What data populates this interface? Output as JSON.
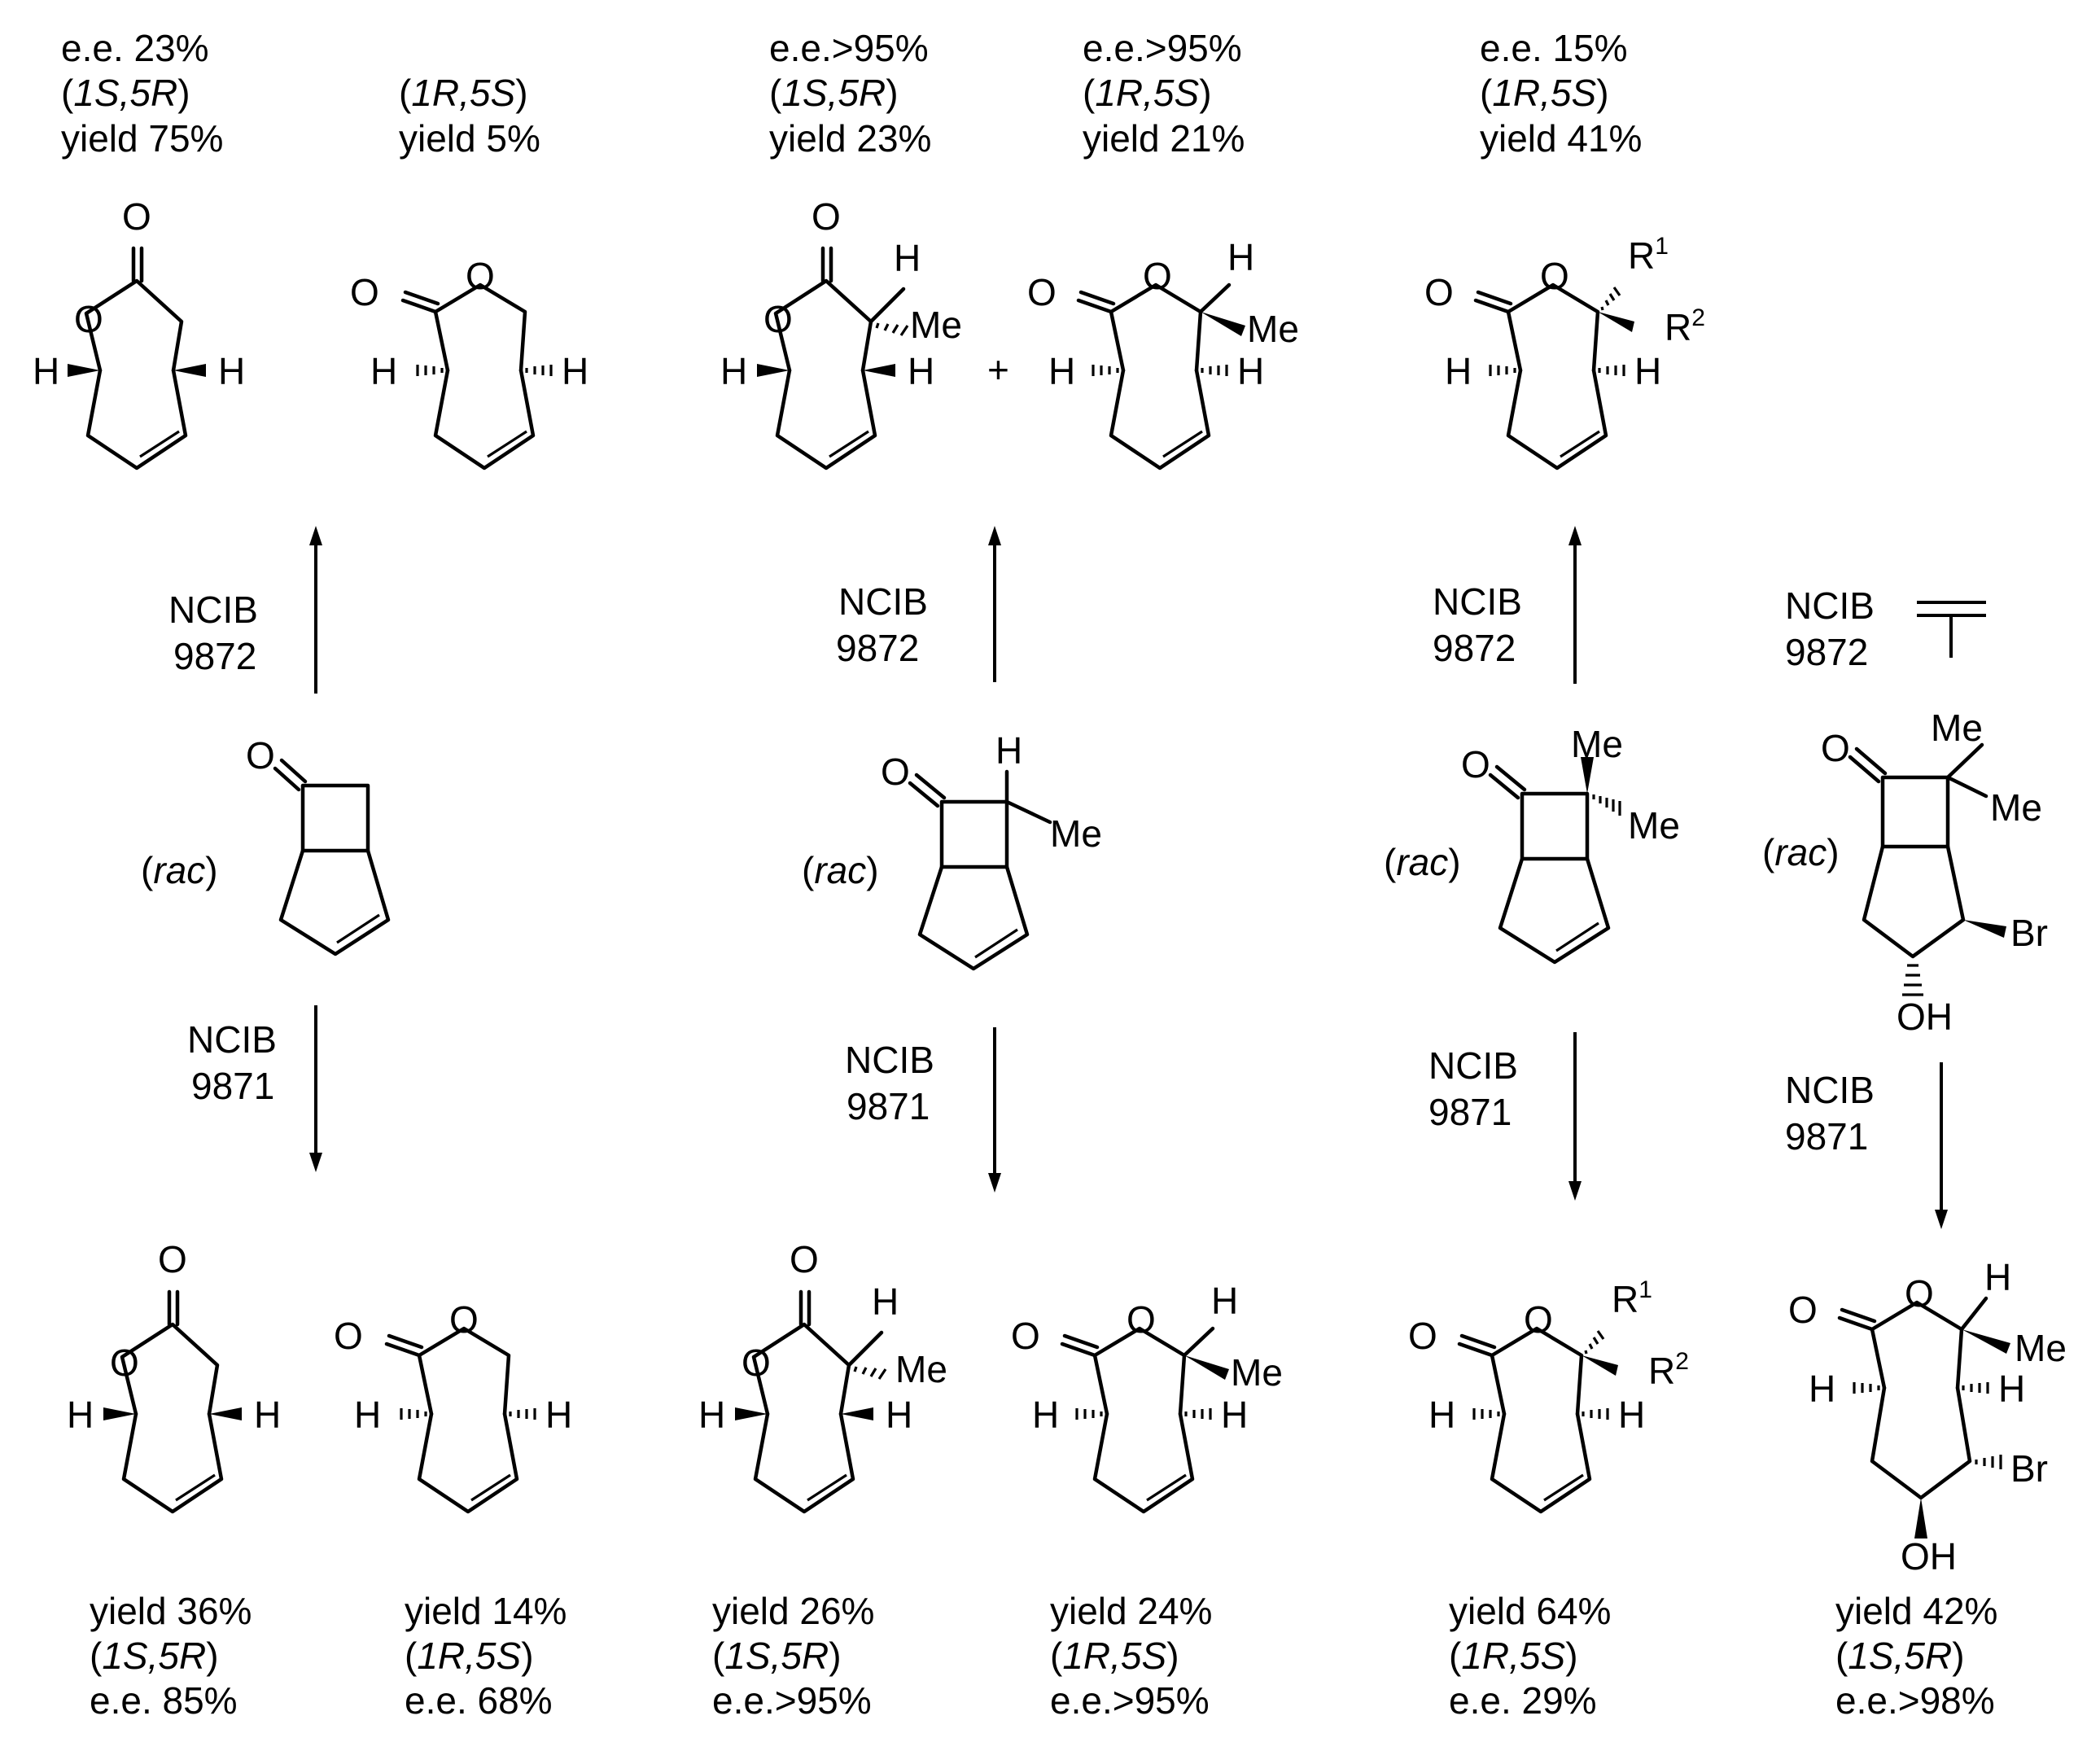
{
  "labels": {
    "ee_23": "e.e. 23%",
    "c1s5r": "1S,5R",
    "c1r5s": "1R,5S",
    "yield_75": "yield 75%",
    "yield_5": "yield 5%",
    "ee_gt95": "e.e.>95%",
    "yield_23": "yield 23%",
    "yield_21": "yield 21%",
    "ee_15": "e.e. 15%",
    "yield_41": "yield 41%",
    "yield_36": "yield 36%",
    "ee_85": "e.e. 85%",
    "yield_14": "yield 14%",
    "ee_68": "e.e. 68%",
    "yield_26": "yield 26%",
    "yield_24": "yield 24%",
    "yield_64": "yield 64%",
    "ee_29": "e.e. 29%",
    "yield_42": "yield 42%",
    "ee_gt98": "e.e.>98%",
    "rac": "rac",
    "ncib": "NCIB",
    "strain_9872": "9872",
    "strain_9871": "9871",
    "plus": "+"
  },
  "atoms": {
    "O": "O",
    "H": "H",
    "Me": "Me",
    "R": "R",
    "Br": "Br",
    "OH": "OH",
    "sup1": "1",
    "sup2": "2"
  }
}
